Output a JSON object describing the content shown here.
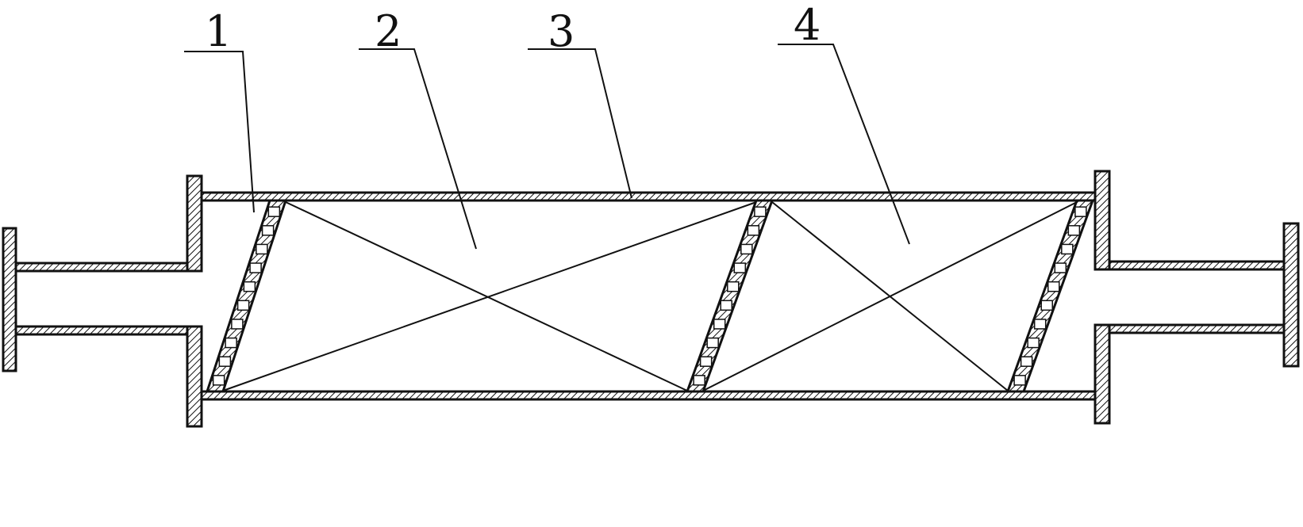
{
  "figure": {
    "callouts": [
      {
        "id": "1",
        "label": "1"
      },
      {
        "id": "2",
        "label": "2"
      },
      {
        "id": "3",
        "label": "3"
      },
      {
        "id": "4",
        "label": "4"
      }
    ],
    "colors": {
      "ink": "#111111",
      "background": "#ffffff"
    }
  }
}
